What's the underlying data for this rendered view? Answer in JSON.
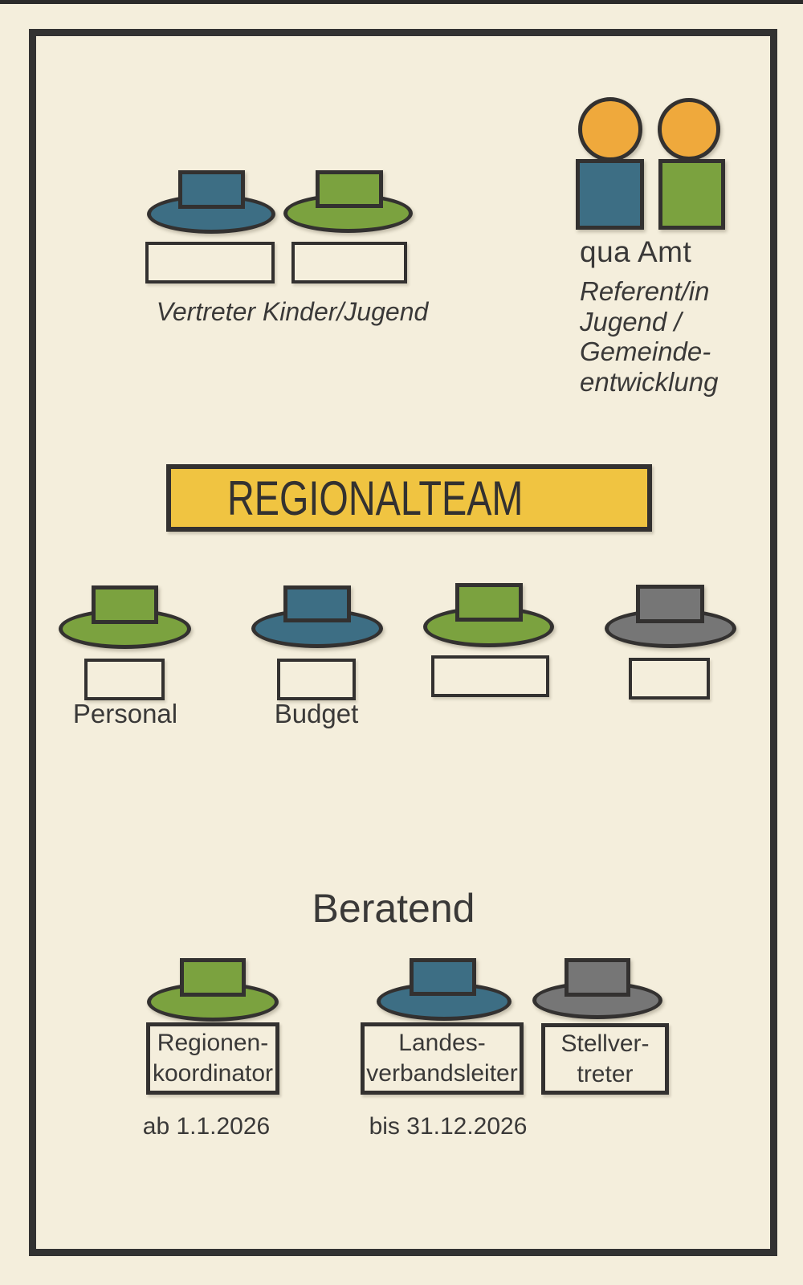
{
  "palette": {
    "background": "#F4EEDC",
    "outline": "#333130",
    "teal": "#3D6E84",
    "green": "#7BA23F",
    "gray": "#767676",
    "orange": "#EFA93C",
    "banner_yellow": "#F0C441"
  },
  "top_left_group": {
    "seats": [
      {
        "color": "teal"
      },
      {
        "color": "green"
      }
    ],
    "caption": "Vertreter Kinder/Jugend"
  },
  "top_right_group": {
    "persons": [
      {
        "color": "teal"
      },
      {
        "color": "green"
      }
    ],
    "title": "qua Amt",
    "subtitle_lines": [
      "Referent/in",
      "Jugend /",
      "Gemeinde-",
      "entwicklung"
    ]
  },
  "banner": {
    "label": "REGIONALTEAM"
  },
  "team_row": {
    "seats": [
      {
        "color": "green",
        "label": "Personal"
      },
      {
        "color": "teal",
        "label": "Budget"
      },
      {
        "color": "green",
        "label": ""
      },
      {
        "color": "gray",
        "label": ""
      }
    ]
  },
  "advisory": {
    "heading": "Beratend",
    "seats": [
      {
        "color": "green",
        "line1": "Regionen-",
        "line2": "koordinator"
      },
      {
        "color": "teal",
        "line1": "Landes-",
        "line2": "verbandsleiter"
      },
      {
        "color": "gray",
        "line1": "Stellver-",
        "line2": "treter"
      }
    ],
    "dates": [
      "ab 1.1.2026",
      "bis 31.12.2026"
    ]
  }
}
